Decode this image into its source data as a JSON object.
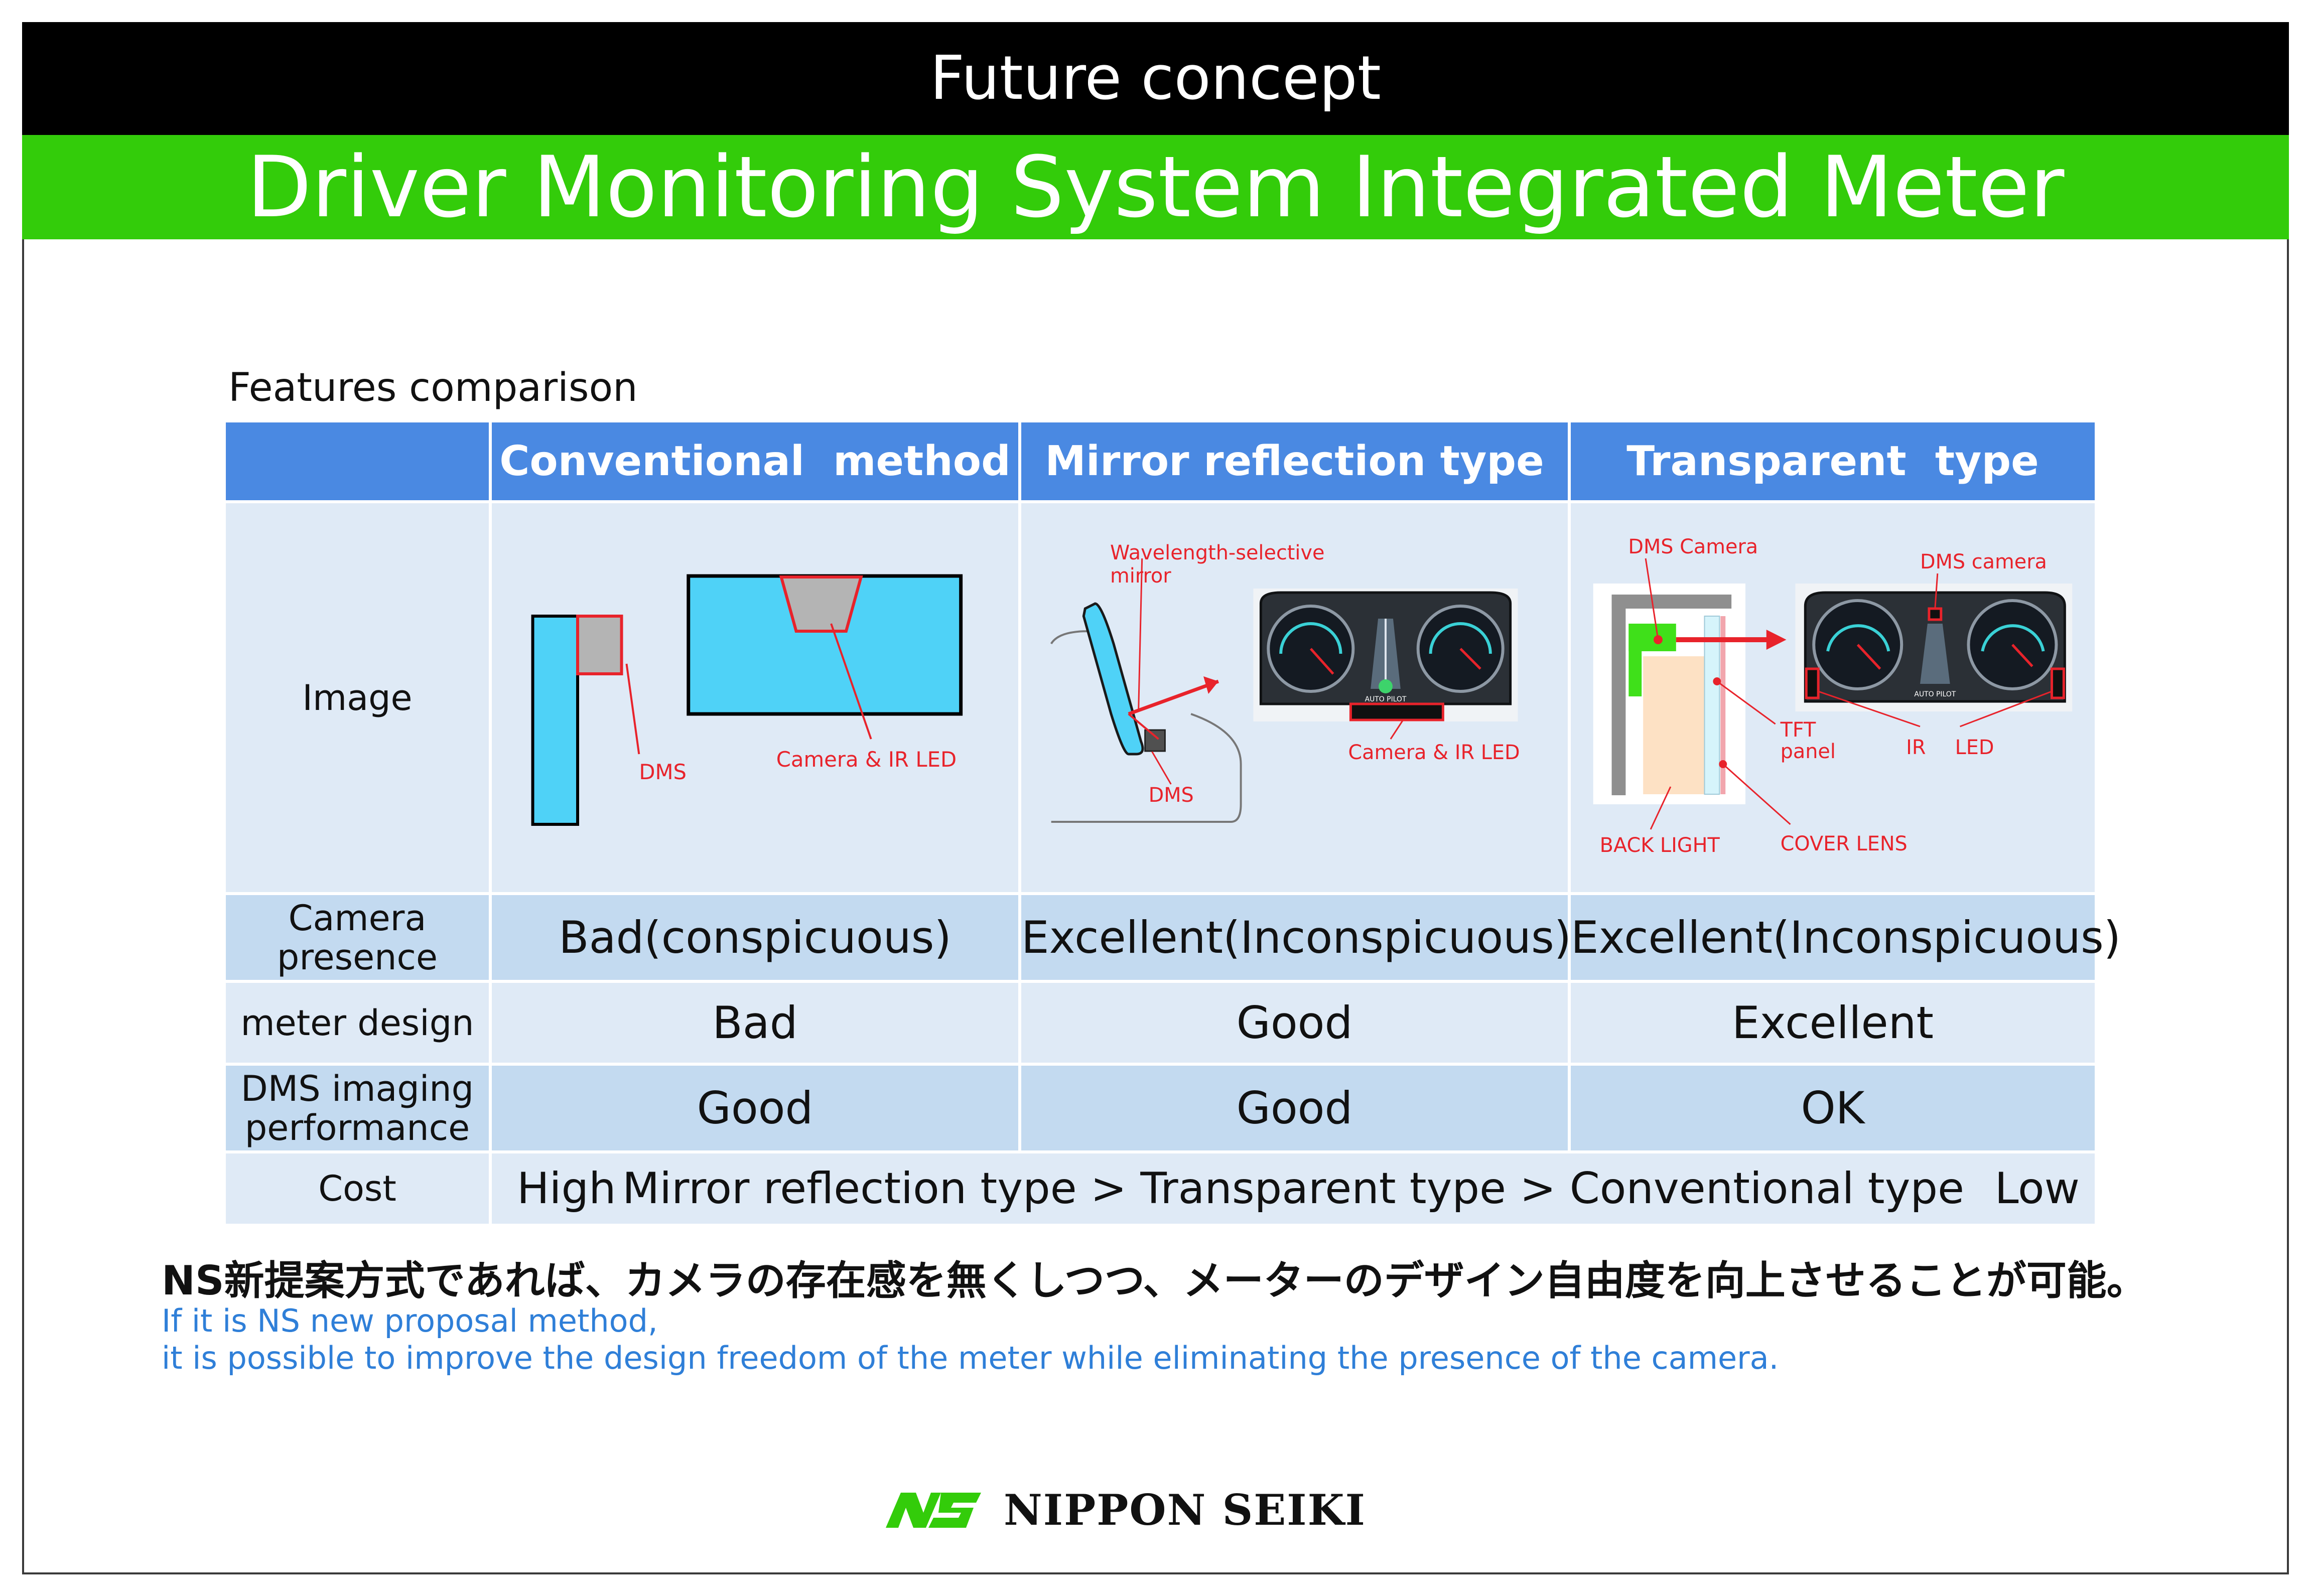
{
  "header": {
    "top_title": "Future concept",
    "main_title": "Driver Monitoring System Integrated Meter"
  },
  "section_label": "Features comparison",
  "table": {
    "columns": [
      "",
      "Conventional  method",
      "Mirror reflection type",
      "Transparent  type"
    ],
    "image_row_label": "Image",
    "rows": [
      {
        "label": "Camera\npresence",
        "values": [
          "Bad(conspicuous)",
          "Excellent(Inconspicuous)",
          "Excellent(Inconspicuous)"
        ]
      },
      {
        "label": "meter design",
        "values": [
          "Bad",
          "Good",
          "Excellent"
        ]
      },
      {
        "label": "DMS imaging\nperformance",
        "values": [
          "Good",
          "Good",
          "OK"
        ]
      }
    ],
    "cost": {
      "label": "Cost",
      "high": "High",
      "order": "Mirror reflection type > Transparent type > Conventional type",
      "low": "Low"
    }
  },
  "diagrams": {
    "conventional": {
      "dms": "DMS",
      "camera_led": "Camera & IR LED"
    },
    "mirror": {
      "mirror_label_1": "Wavelength-selective",
      "mirror_label_2": "mirror",
      "dms": "DMS",
      "camera_led": "Camera & IR LED",
      "cluster_mode": "AUTO PILOT"
    },
    "transparent": {
      "dms_camera_left": "DMS Camera",
      "dms_camera_right": "DMS camera",
      "tft_1": "TFT",
      "tft_2": "panel",
      "ir": "IR",
      "led": "LED",
      "back_light": "BACK LIGHT",
      "cover_lens": "COVER LENS",
      "cluster_mode": "AUTO PILOT"
    }
  },
  "notes": {
    "japanese": "NS新提案方式であれば、カメラの存在感を無くしつつ、メーターのデザイン自由度を向上させることが可能。",
    "english_line1": "If it is NS new proposal method,",
    "english_line2": "it is possible to improve the design freedom of the meter while eliminating the presence of the camera."
  },
  "logo": {
    "mark": "NS",
    "text": "NIPPON SEIKI"
  },
  "colors": {
    "green": "#33cc0a",
    "blue_header": "#4a89e2",
    "red": "#e8232b",
    "cyan": "#4fd2f7"
  }
}
